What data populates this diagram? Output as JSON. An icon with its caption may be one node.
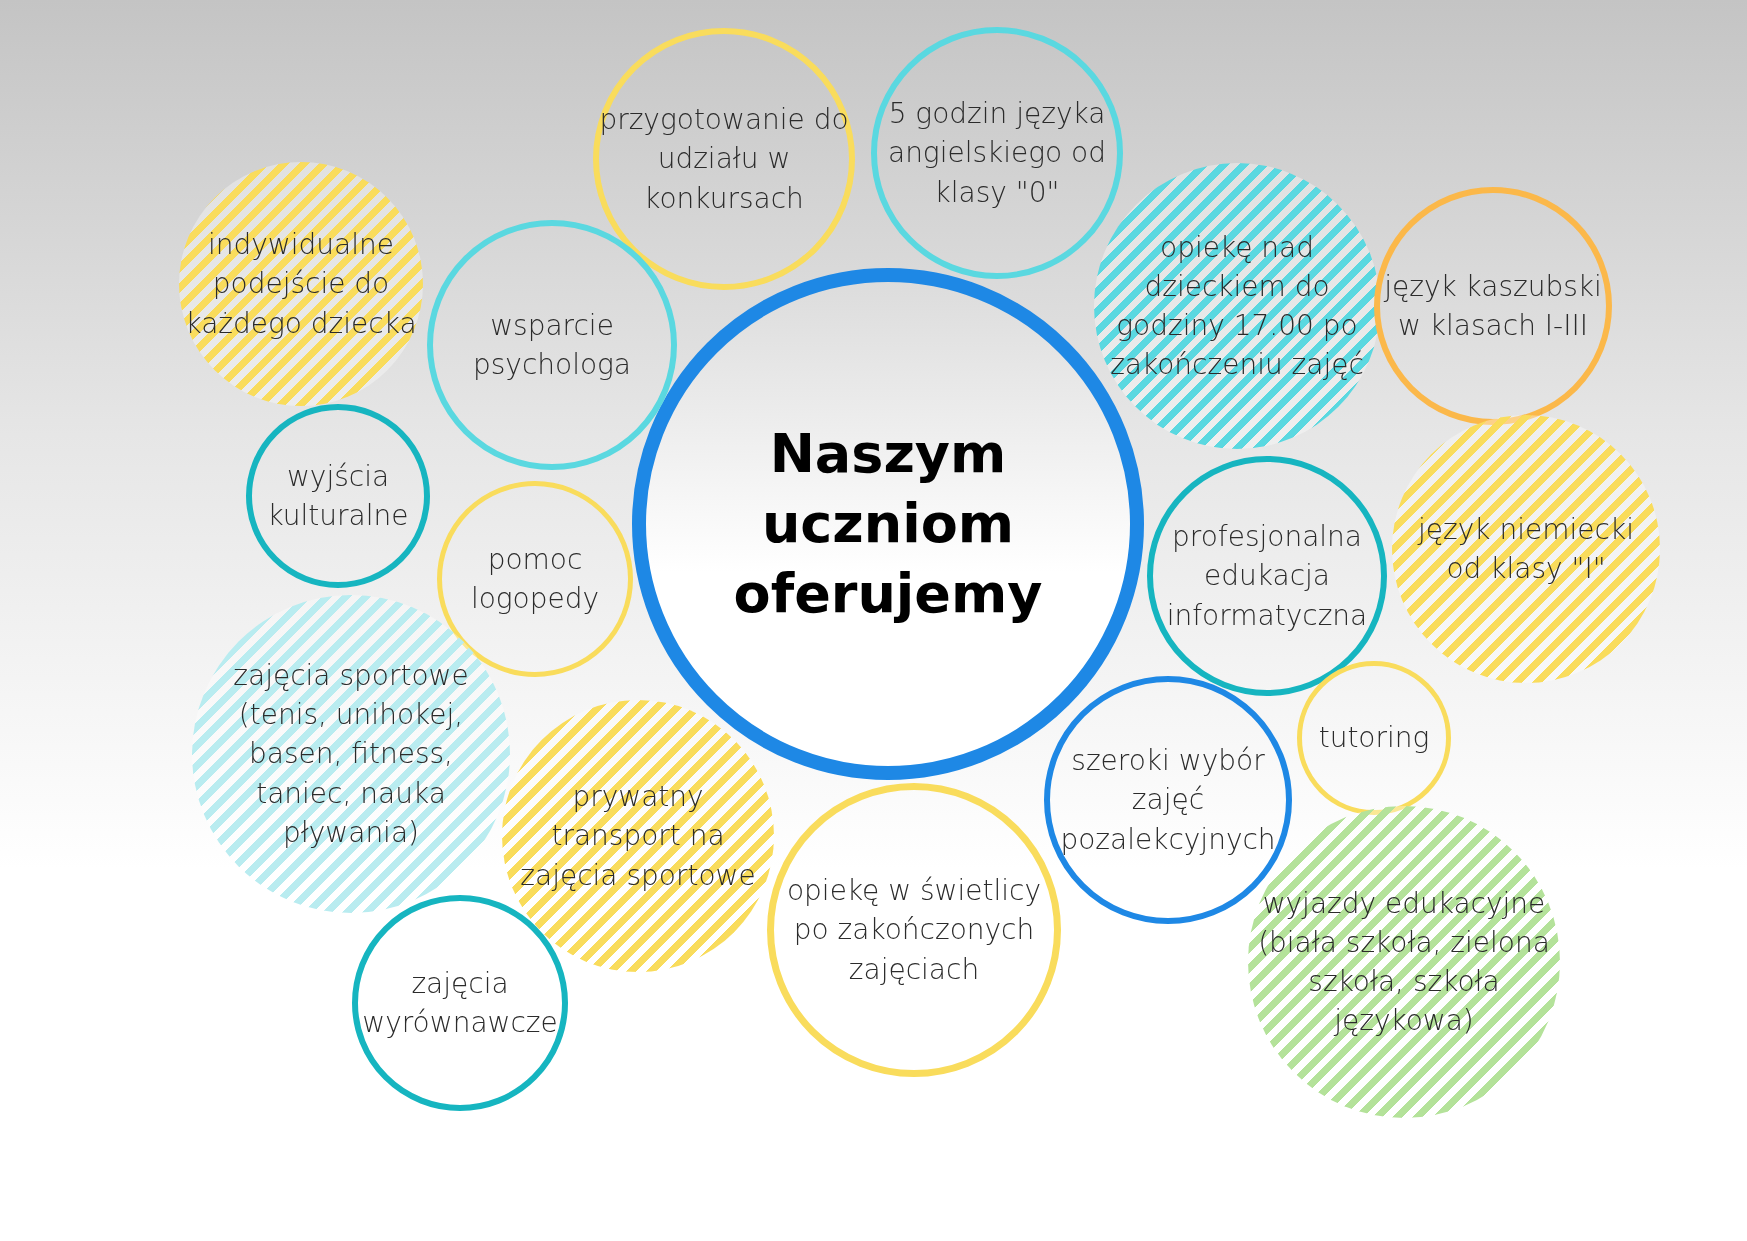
{
  "diagram": {
    "nodes": [
      {
        "text": [
          "Naszym uczniom oferujemy"
        ]
      },
      {
        "text": [
          "przygotowanie do udziału w konkursach"
        ]
      },
      {
        "text": [
          "5 godzin języka angielskiego od klasy \"0\""
        ]
      },
      {
        "text": [
          "indywidualne podejście do każdego dziecka"
        ]
      },
      {
        "text": [
          "wsparcie psychologa"
        ]
      },
      {
        "text": [
          "opiekę nad dzieckiem do godziny 17.00 po zakończeniu zajęć"
        ]
      },
      {
        "text": [
          "język kaszubski w klasach I-III"
        ]
      },
      {
        "text": [
          "wyjścia kulturalne"
        ]
      },
      {
        "text": [
          "pomoc logopedy"
        ]
      },
      {
        "text": [
          "profesjonalna edukacja informatyczna"
        ]
      },
      {
        "text": [
          "język niemiecki od klasy \"I\""
        ]
      },
      {
        "text": [
          "zajęcia sportowe (tenis, unihokej, basen, fitness, taniec, nauka pływania)"
        ]
      },
      {
        "text": [
          "tutoring"
        ]
      },
      {
        "text": [
          "szeroki wybór zajęć pozalekcyjnych"
        ]
      },
      {
        "text": [
          "prywatny transport na zajęcia sportowe"
        ]
      },
      {
        "text": [
          "opiekę w świetlicy po zakończonych zajęciach"
        ]
      },
      {
        "text": [
          "wyjazdy edukacyjne (biała szkoła, zielona szkoła, szkoła językowa)"
        ]
      },
      {
        "text": [
          "zajęcia wyrównawcze"
        ]
      }
    ]
  }
}
